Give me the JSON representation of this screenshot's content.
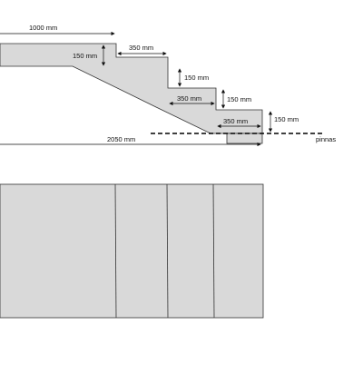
{
  "colors": {
    "fill": "#d9d9d9",
    "stroke": "#333333",
    "ground": "#000000",
    "text": "#111111"
  },
  "dimensions": {
    "top_length": "1000 mm",
    "riser_top": "150 mm",
    "tread_1": "350 mm",
    "riser_1": "150 mm",
    "tread_2": "350 mm",
    "riser_2": "150 mm",
    "tread_3": "350 mm",
    "riser_3": "150 mm",
    "total_length": "2050 mm"
  },
  "ground_label": "pinnas"
}
